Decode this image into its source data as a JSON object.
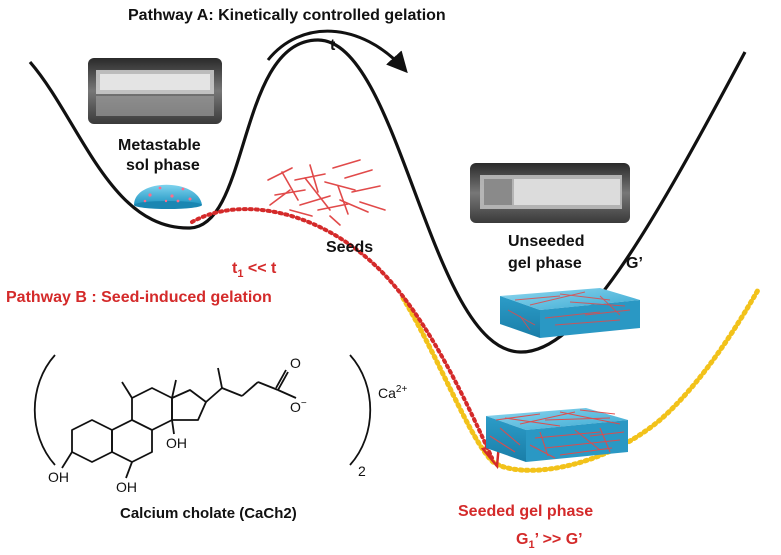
{
  "pathway_a": {
    "title": "Pathway A: Kinetically controlled gelation",
    "time_label": "t"
  },
  "pathway_b": {
    "title": "Pathway B : Seed-induced gelation",
    "time_label_main": "t",
    "time_label_sub": "1",
    "time_label_rest": " << t"
  },
  "states": {
    "metastable_line1": "Metastable",
    "metastable_line2": "sol phase",
    "seeds": "Seeds",
    "unseeded_line1": "Unseeded",
    "unseeded_line2": "gel phase",
    "modulus_unseeded": "G’",
    "seeded": "Seeded gel phase",
    "modulus_compare_main": "G",
    "modulus_compare_sub": "1",
    "modulus_compare_rest": "’ >> G’"
  },
  "molecule": {
    "name": "Calcium cholate (CaCh2)",
    "label_oh_top": "OH",
    "label_oh_mid": "OH",
    "label_oh_bottom": "OH",
    "label_o": "O",
    "label_o_minus": "O",
    "charge_minus": "−",
    "counterion": "Ca",
    "counterion_charge": "2+",
    "stoichiometry": "2"
  },
  "colors": {
    "pathway_b_red": "#d42a2a",
    "seeded_path_yellow": "#f2c21a",
    "gel_blue": "#3fb1d6",
    "fiber_red": "#e14a4a",
    "curve_black": "#111111"
  }
}
